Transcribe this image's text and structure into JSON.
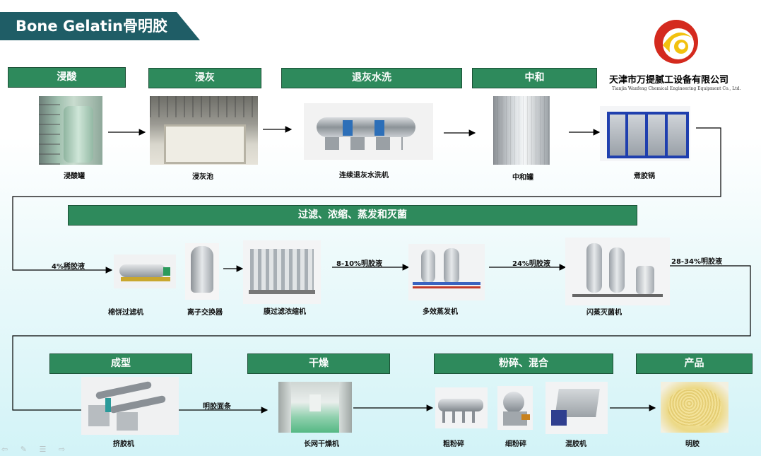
{
  "title": "Bone Gelatin骨明胶",
  "company": {
    "name_cn": "天津市万提腻工设备有限公司",
    "name_en": "Tianjin Wanfeng Chemical Engineering Equipment Co., Ltd."
  },
  "stages": {
    "soak_acid": "浸酸",
    "soak_lime": "浸灰",
    "delime_wash": "退灰水洗",
    "neutralize": "中和",
    "filter_concentrate": "过滤、浓缩、蒸发和灭菌",
    "forming": "成型",
    "drying": "干燥",
    "crush_mix": "粉碎、混合",
    "product": "产品"
  },
  "equipment": {
    "acid_tank": "浸酸罐",
    "lime_pool": "浸灰池",
    "washer": "连续退灰水洗机",
    "neutral_tank": "中和罐",
    "boiling_pot": "煮胶锅",
    "cake_filter": "棉饼过滤机",
    "ion_exchanger": "离子交换器",
    "membrane": "膜过滤浓缩机",
    "evaporator": "多效蒸发机",
    "flash_sterilizer": "闪蒸灭菌机",
    "extruder": "挤胶机",
    "dryer": "长网干燥机",
    "coarse_crusher": "粗粉碎",
    "fine_crusher": "细粉碎",
    "mixer": "混胶机",
    "gelatin": "明胶"
  },
  "flow_labels": {
    "dilute": "4%稀胶液",
    "conc_8_10": "8-10%明胶液",
    "conc_24": "24%明胶液",
    "conc_28_34": "28-34%明胶液",
    "noodle": "明胶面条"
  },
  "colors": {
    "banner": "#1f5d66",
    "stage_fill": "#2e8a5c",
    "logo_red": "#d42a1e",
    "logo_yellow": "#f2c10f"
  }
}
